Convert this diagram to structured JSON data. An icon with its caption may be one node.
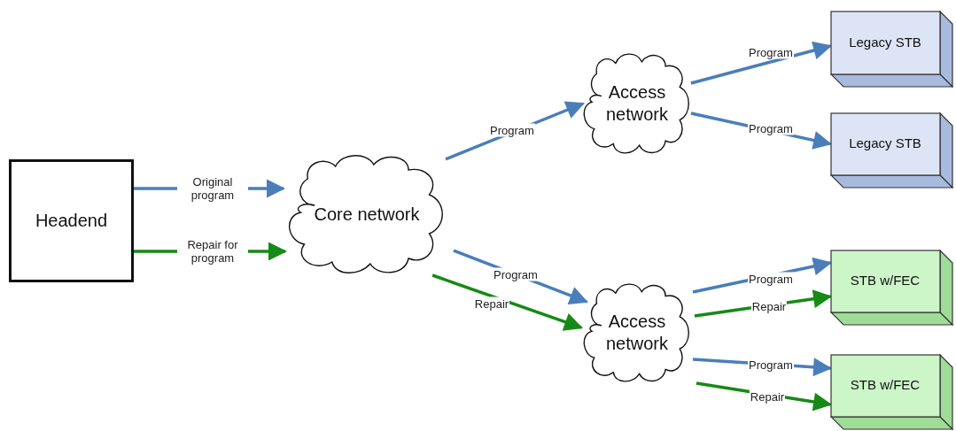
{
  "diagram": {
    "nodes": [
      {
        "text": [
          "Headend"
        ]
      },
      {
        "text": [
          "Core network"
        ]
      },
      {
        "text": [
          "Access network"
        ]
      },
      {
        "text": [
          "Access network"
        ]
      },
      {
        "text": [
          "Legacy STB"
        ]
      },
      {
        "text": [
          "Legacy STB"
        ]
      },
      {
        "text": [
          "STB w/FEC"
        ]
      },
      {
        "text": [
          "STB w/FEC"
        ]
      }
    ],
    "edges": [
      {
        "from": 0,
        "to": 1,
        "arrow": "to",
        "label": "Original program"
      },
      {
        "from": 0,
        "to": 1,
        "arrow": "to",
        "label": "Repair for program",
        "color": "#168a16"
      },
      {
        "from": 1,
        "to": 2,
        "arrow": "to",
        "label": "Program"
      },
      {
        "from": 1,
        "to": 3,
        "arrow": "to",
        "label": "Program"
      },
      {
        "from": 1,
        "to": 3,
        "arrow": "to",
        "label": "Repair",
        "color": "#168a16"
      },
      {
        "from": 2,
        "to": 4,
        "arrow": "to",
        "label": "Program"
      },
      {
        "from": 2,
        "to": 5,
        "arrow": "to",
        "label": "Program"
      },
      {
        "from": 3,
        "to": 6,
        "arrow": "to",
        "label": "Program"
      },
      {
        "from": 3,
        "to": 6,
        "arrow": "to",
        "label": "Repair",
        "color": "#168a16"
      },
      {
        "from": 3,
        "to": 7,
        "arrow": "to",
        "label": "Program"
      },
      {
        "from": 3,
        "to": 7,
        "arrow": "to",
        "label": "Repair",
        "color": "#168a16"
      }
    ]
  }
}
